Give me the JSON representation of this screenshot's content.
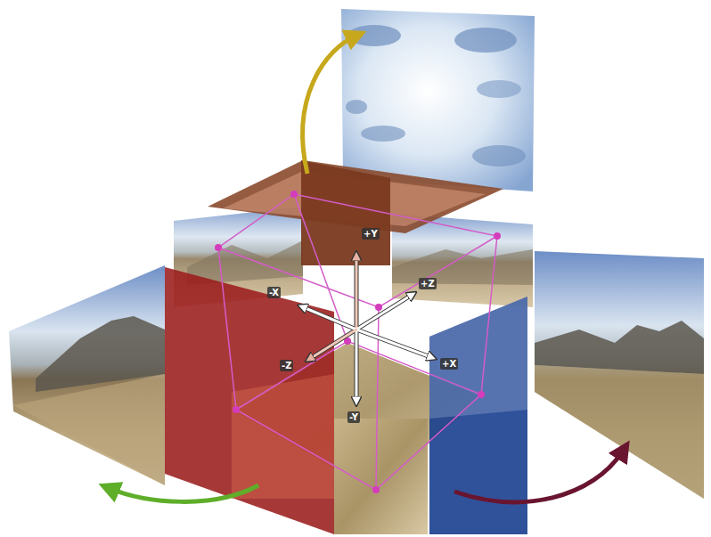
{
  "diagram": {
    "labels": [
      "+Y",
      "-X",
      "+Z",
      "-Z",
      "+X",
      "-Y"
    ]
  }
}
